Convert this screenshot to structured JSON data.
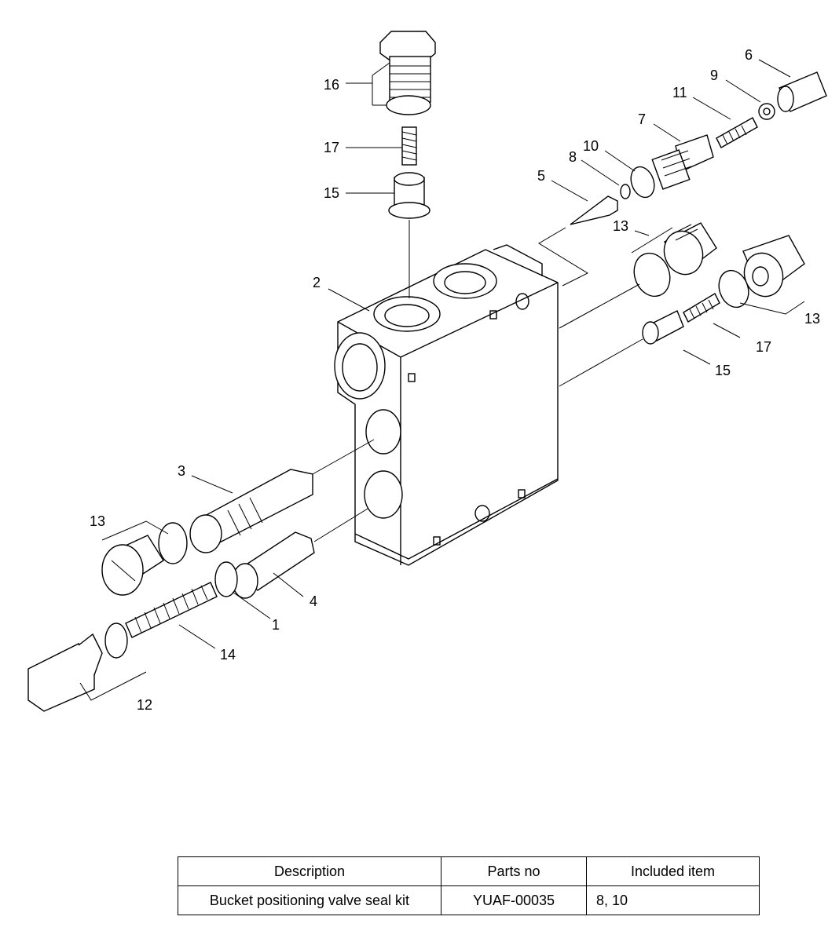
{
  "callouts": [
    "1",
    "2",
    "3",
    "4",
    "5",
    "6",
    "7",
    "8",
    "9",
    "10",
    "11",
    "12",
    "13",
    "14",
    "15",
    "16",
    "17"
  ],
  "table": {
    "headers": [
      "Description",
      "Parts no",
      "Included item"
    ],
    "rows": [
      {
        "description": "Bucket positioning valve seal kit",
        "part_no": "YUAF-00035",
        "included": "8, 10"
      }
    ]
  }
}
